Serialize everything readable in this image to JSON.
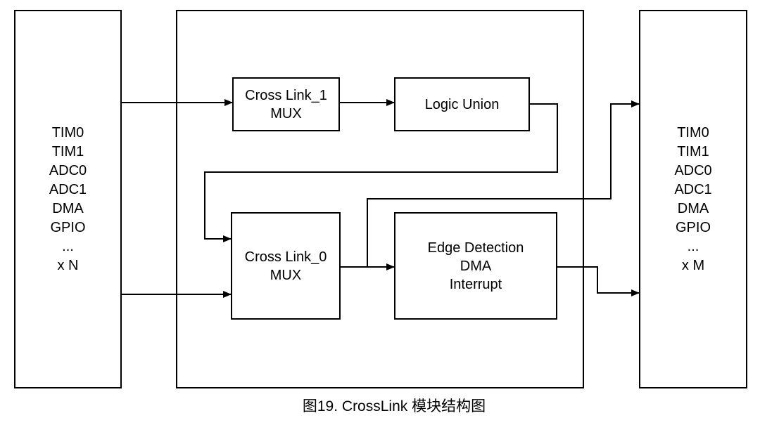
{
  "left_box": {
    "signals": [
      "TIM0",
      "TIM1",
      "ADC0",
      "ADC1",
      "DMA",
      "GPIO",
      "...",
      "x N"
    ]
  },
  "right_box": {
    "signals": [
      "TIM0",
      "TIM1",
      "ADC0",
      "ADC1",
      "DMA",
      "GPIO",
      "...",
      "x M"
    ]
  },
  "blocks": {
    "crosslink1_mux": {
      "line1": "Cross Link_1",
      "line2": "MUX"
    },
    "logic_union": {
      "label": "Logic Union"
    },
    "crosslink0_mux": {
      "line1": "Cross Link_0",
      "line2": "MUX"
    },
    "edge_block": {
      "line1": "Edge Detection",
      "line2": "DMA",
      "line3": "Interrupt"
    }
  },
  "caption": "图19. CrossLink 模块结构图",
  "colors": {
    "stroke": "#000000",
    "background": "#ffffff",
    "text": "#000000"
  }
}
